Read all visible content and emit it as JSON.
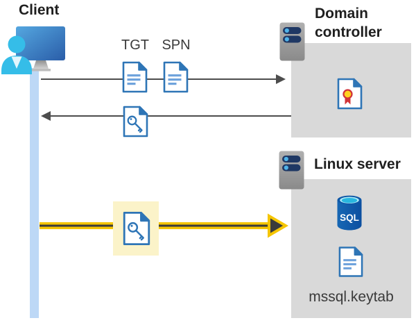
{
  "client": {
    "label": "Client"
  },
  "tickets": {
    "tgt_label": "TGT",
    "spn_label": "SPN"
  },
  "domain_controller": {
    "label": "Domain controller"
  },
  "linux_server": {
    "label": "Linux server",
    "sql_label": "SQL",
    "keytab_label": "mssql.keytab"
  },
  "colors": {
    "accent_blue": "#2E75B6",
    "doc_line_blue": "#6FA3DC",
    "person_cyan": "#35BDE8",
    "person_collar": "#E3F6FD",
    "lifeline_blue": "#BDD8F6",
    "box_gray": "#D9D9D9",
    "server_bar_navy": "#1F3864",
    "server_dot_blue": "#4FB3E8",
    "arrow_gray": "#4D4D4D",
    "highlight_yellow": "#FBF3C9",
    "arrow_yellow": "#F5C500",
    "arrow_dark": "#3B3B3B",
    "cert_gold": "#FFD21E",
    "cert_red": "#D13438",
    "sql_top_cyan": "#28B6DF",
    "sql_top_ring": "#AEEBF8",
    "text_dark": "#1F1F1F",
    "label_gray": "#3A3A3A"
  }
}
